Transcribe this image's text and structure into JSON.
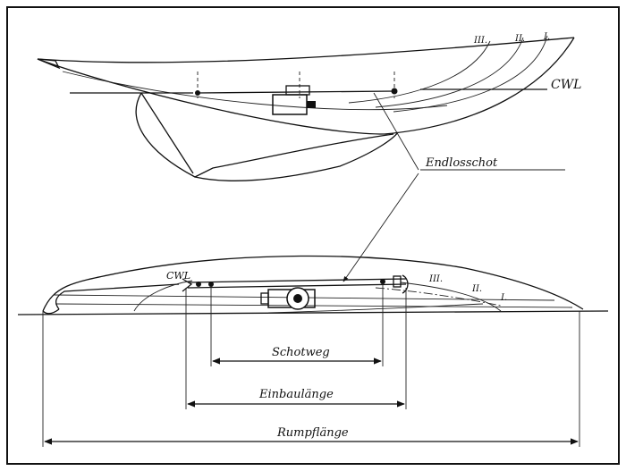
{
  "labels": {
    "waterline_top": "CWL",
    "waterline_bottom": "CWL",
    "sheet_line": "Endlosschot",
    "sheet_travel": "Schotweg",
    "install_length": "Einbaulänge",
    "hull_length": "Rumpflänge",
    "section_top": [
      "III.",
      "II.",
      "I."
    ],
    "section_bottom": [
      "III.",
      "II.",
      "I."
    ]
  }
}
